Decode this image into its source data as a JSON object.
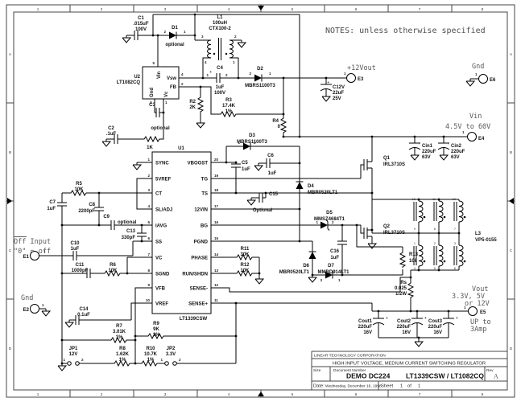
{
  "frame": {
    "cols": [
      "1",
      "2",
      "3",
      "4",
      "5",
      "6",
      "7",
      "8"
    ],
    "rows": [
      "A",
      "B",
      "C",
      "D"
    ]
  },
  "notes": "NOTES: unless otherwise specified",
  "title_block": {
    "company": "LINEAR TECHNOLOGY CORPORATION",
    "title": "HIGH INPUT VOLTAGE, MEDIUM CURRENT SWITCHING REGULATOR",
    "size_label": "Size",
    "doc_label": "Document Number",
    "rev_label": "Rev",
    "doc1": "DEMO DC224",
    "doc2": "LT1339CSW / LT1082CQ",
    "rev": "A",
    "date_label": "Date:",
    "date": "Wednesday, December 16, 1998",
    "sheet_label": "Sheet",
    "sheet": "1",
    "of_label": "of",
    "total": "1"
  },
  "pins": {
    "p1": "1",
    "p2": "2",
    "p3": "3",
    "p4": "4",
    "p5": "5"
  },
  "u1": {
    "ref": "U1",
    "part": "LT1339CSW",
    "left": [
      {
        "n": "1",
        "name": "SYNC"
      },
      {
        "n": "2",
        "name": "5VREF"
      },
      {
        "n": "3",
        "name": "CT"
      },
      {
        "n": "4",
        "name": "SL/ADJ"
      },
      {
        "n": "5",
        "name": "IAVG"
      },
      {
        "n": "6",
        "name": "SS"
      },
      {
        "n": "7",
        "name": "VC"
      },
      {
        "n": "8",
        "name": "SGND"
      },
      {
        "n": "9",
        "name": "VFB"
      },
      {
        "n": "10",
        "name": "VREF"
      }
    ],
    "right": [
      {
        "n": "20",
        "name": "VBOOST"
      },
      {
        "n": "19",
        "name": "TG"
      },
      {
        "n": "18",
        "name": "TS"
      },
      {
        "n": "17",
        "name": "12VIN"
      },
      {
        "n": "16",
        "name": "BG"
      },
      {
        "n": "15",
        "name": "PGND"
      },
      {
        "n": "14",
        "name": "PHASE"
      },
      {
        "n": "13",
        "name": "RUN/SHDN"
      },
      {
        "n": "12",
        "name": "SENSE-"
      },
      {
        "n": "11",
        "name": "SENSE+"
      }
    ]
  },
  "u2": {
    "ref": "U2",
    "part": "LT1082CQ",
    "vin": "Vin",
    "vsw": "Vsw",
    "fb": "FB",
    "gnd": "Gnd",
    "vc": "Vc",
    "n_vin": "5",
    "n_vsw": "4",
    "n_fb": "2",
    "n_gnd": "3",
    "n_vc": "1"
  },
  "c": {
    "c1": {
      "r": "C1",
      "a": ".015uF",
      "b": "100V"
    },
    "c2": {
      "r": "C2",
      "a": ".1uF"
    },
    "c3": {
      "r": "C3",
      "a": "optional"
    },
    "c4": {
      "r": "C4",
      "a": "1uF",
      "b": "100V"
    },
    "c5": {
      "r": "C5",
      "a": "1uF"
    },
    "c6": {
      "r": "C6",
      "a": "1uF"
    },
    "c7": {
      "r": "C7",
      "a": "1uF"
    },
    "c8": {
      "r": "C8",
      "a": "2200pF"
    },
    "c9": {
      "r": "C9",
      "a": "optional"
    },
    "c10": {
      "r": "C10",
      "a": "1uF"
    },
    "c11": {
      "r": "C11",
      "a": "1000pF"
    },
    "c12v": {
      "r": "C12V",
      "a": "22uF",
      "b": "25V"
    },
    "c13": {
      "r": "C13",
      "a": "330pF"
    },
    "c14": {
      "r": "C14",
      "a": "0.1uF"
    },
    "c15": {
      "r": "C15",
      "a": "Optional"
    },
    "c16": {
      "r": "C16",
      "a": "1uF"
    },
    "cin1": {
      "r": "Cin1",
      "a": "220uF",
      "b": "63V"
    },
    "cin2": {
      "r": "Cin2",
      "a": "220uF",
      "b": "63V"
    },
    "cout1": {
      "r": "Cout1",
      "a": "220uF",
      "b": "16V"
    },
    "cout2": {
      "r": "Cout2",
      "a": "220uF",
      "b": "16V"
    },
    "cout3": {
      "r": "Cout3",
      "a": "220uF",
      "b": "16V"
    }
  },
  "res": {
    "r1": {
      "a": "1K"
    },
    "r2": {
      "r": "R2",
      "a": "2K"
    },
    "r3": {
      "r": "R3",
      "a": "17.4K",
      "b": "1%"
    },
    "r4": {
      "r": "R4",
      "a": "0"
    },
    "r5": {
      "r": "R5",
      "a": "10K"
    },
    "r6": {
      "r": "R6",
      "a": "10K"
    },
    "r7": {
      "r": "R7",
      "a": "3.01K",
      "b": "1%"
    },
    "r8": {
      "r": "R8",
      "a": "1.62K",
      "b": "1%"
    },
    "r9": {
      "r": "R9",
      "a": "9K",
      "b": "1%"
    },
    "r10": {
      "r": "R10",
      "a": "10.7K",
      "b": "1%"
    },
    "r11": {
      "r": "R11",
      "a": "30K"
    },
    "r12": {
      "r": "R12",
      "a": "10K"
    },
    "r13": {
      "r": "R13",
      "a": "10k"
    },
    "rs": {
      "r": "Rs",
      "a": "0.025",
      "b": "1/2W"
    }
  },
  "d": {
    "d1": {
      "r": "D1",
      "a": "optional"
    },
    "d2": {
      "r": "D2",
      "a": "MBRS1100T3"
    },
    "d3": {
      "r": "D3",
      "a": "MBRS1100T3"
    },
    "d4": {
      "r": "D4",
      "a": "MBR0520LT1"
    },
    "d5": {
      "r": "D5",
      "a": "MMSZ4684T1"
    },
    "d6": {
      "r": "D6",
      "a": "MBR0520LT1"
    },
    "d7": {
      "r": "D7",
      "a": "MMBD914LT1"
    }
  },
  "q": {
    "q1": {
      "r": "Q1",
      "a": "IRL3710S"
    },
    "q2": {
      "r": "Q2",
      "a": "IRL3710S"
    }
  },
  "l": {
    "l1": {
      "r": "L1",
      "a": "100uH",
      "b": "CTX100-2"
    },
    "l3": {
      "r": "L3",
      "a": "VP5-0155"
    },
    "l3p": {
      "t": [
        "12",
        "11",
        "10"
      ],
      "m": [
        "9",
        "8",
        "7"
      ],
      "bt": [
        "1",
        "2",
        "3"
      ],
      "bb": [
        "4",
        "5",
        "6"
      ]
    }
  },
  "jp": {
    "jp1": {
      "r": "JP1",
      "a": "12V"
    },
    "jp2": {
      "r": "JP2",
      "a": "3.3V"
    }
  },
  "e": {
    "e1": {
      "id": "E1",
      "l1": "Off Input",
      "l2": "\"0\" = off"
    },
    "e2": {
      "id": "E2",
      "l": "Gnd"
    },
    "e3": {
      "id": "E3",
      "l": "+12Vout"
    },
    "e4": {
      "id": "E4",
      "l": "Vin",
      "l2": "4.5V to 60V"
    },
    "e5": {
      "id": "E5",
      "l1": "Vout",
      "l2": "3.3V, 5V",
      "l3": "or 12V",
      "l4": "UP to",
      "l5": "3Amp"
    },
    "e6": {
      "id": "E6",
      "l": "Gnd"
    }
  },
  "marks": {
    "plus": "+"
  }
}
